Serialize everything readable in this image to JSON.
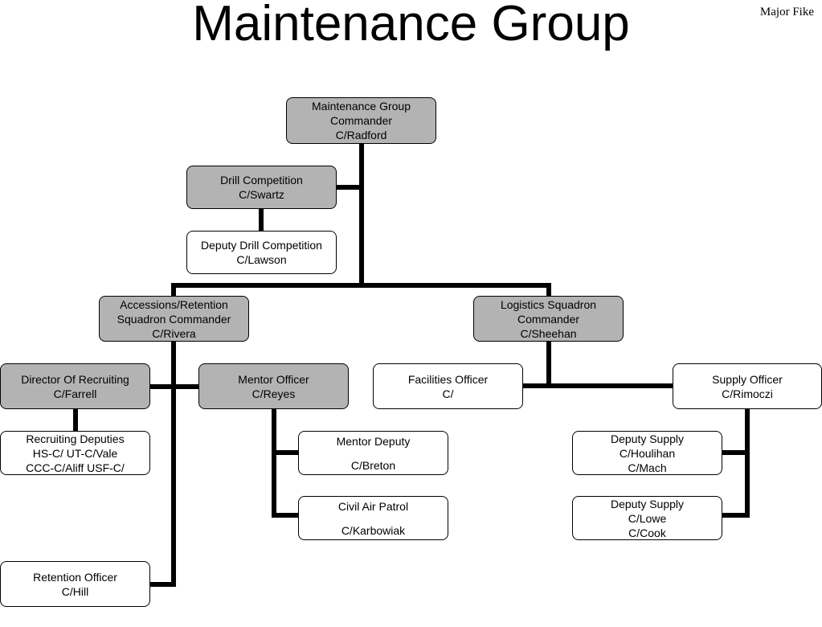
{
  "title": "Maintenance Group",
  "author": "Major Fike",
  "nodes": {
    "mxg_commander": [
      "Maintenance Group",
      "Commander",
      "C/Radford"
    ],
    "drill_competition": [
      "Drill Competition",
      "C/Swartz"
    ],
    "deputy_drill_competition": [
      "Deputy Drill Competition",
      "C/Lawson"
    ],
    "accessions_retention_commander": [
      "Accessions/Retention",
      "Squadron Commander",
      "C/Rivera"
    ],
    "logistics_squadron_commander": [
      "Logistics Squadron",
      "Commander",
      "C/Sheehan"
    ],
    "director_of_recruiting": [
      "Director Of Recruiting",
      "C/Farrell"
    ],
    "mentor_officer": [
      "Mentor Officer",
      "C/Reyes"
    ],
    "facilities_officer": [
      "Facilities Officer",
      "C/"
    ],
    "supply_officer": [
      "Supply Officer",
      "C/Rimoczi"
    ],
    "recruiting_deputies": [
      "Recruiting Deputies",
      "HS-C/ UT-C/Vale",
      "CCC-C/Aliff  USF-C/"
    ],
    "mentor_deputy": [
      "Mentor Deputy",
      "C/Breton"
    ],
    "civil_air_patrol": [
      "Civil Air Patrol",
      "C/Karbowiak"
    ],
    "deputy_supply_1": [
      "Deputy Supply",
      "C/Houlihan",
      "C/Mach"
    ],
    "deputy_supply_2": [
      "Deputy Supply",
      "C/Lowe",
      "C/Cook"
    ],
    "retention_officer": [
      "Retention Officer",
      "C/Hill"
    ]
  },
  "colors": {
    "filled_box": "#b3b3b3",
    "plain_box": "#ffffff",
    "connector": "#000000"
  }
}
